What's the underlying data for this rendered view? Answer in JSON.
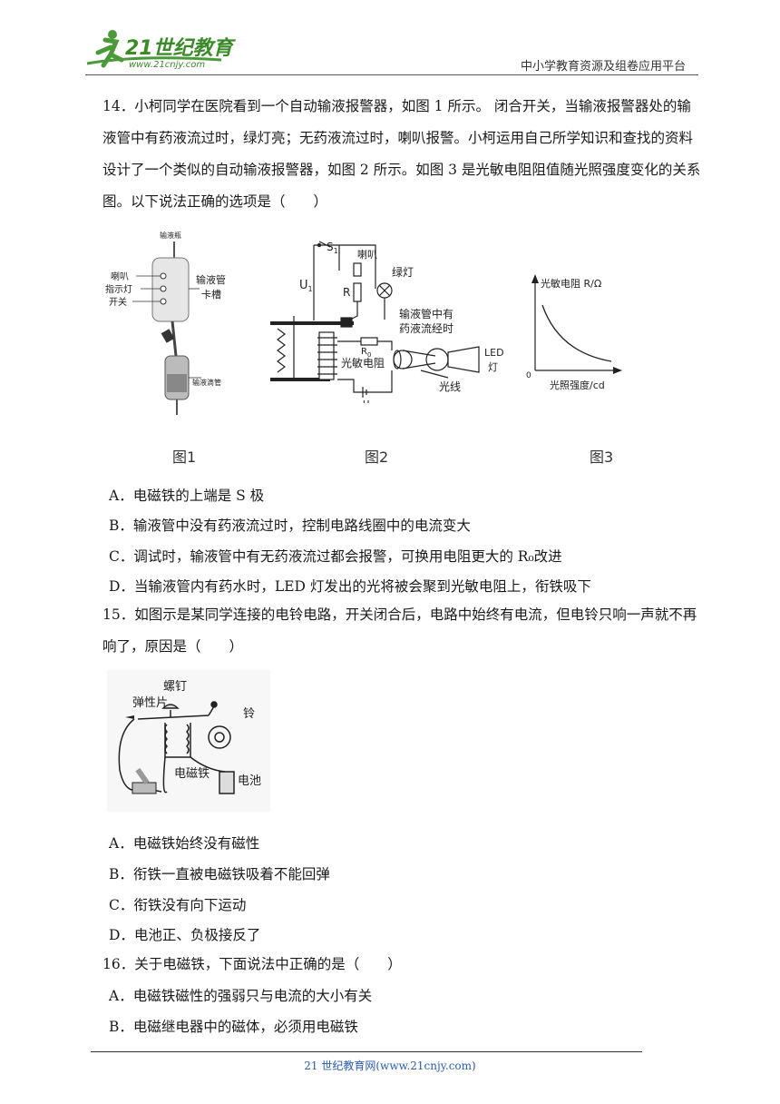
{
  "header": {
    "logo_text": "21世纪教育",
    "logo_url": "www.21cnjy.com",
    "right_text": "中小学教育资源及组卷应用平台"
  },
  "q14": {
    "line1": "14．小柯同学在医院看到一个自动输液报警器，如图 1 所示。 闭合开关，当输液报警器处的输",
    "line2": "液管中有药液流过时，绿灯亮；无药液流过时，喇叭报警。小柯运用自己所学知识和查找的资料",
    "line3": "设计了一个类似的自动输液报警器，如图 2 所示。如图 3 是光敏电阻阻值随光照强度变化的关系",
    "line4": "图。以下说法正确的选项是（　　）",
    "fig1": {
      "top_label": "输液瓶",
      "speaker": "喇叭",
      "indicator": "指示灯",
      "switch": "开关",
      "slot_1": "输液管",
      "slot_2": "卡槽",
      "drip": "输液滴管",
      "caption": "图1"
    },
    "fig2": {
      "s1": "S",
      "s1_sub": "1",
      "speaker": "喇叭",
      "green_light": "绿灯",
      "u1": "U",
      "u1_sub": "1",
      "r": "R",
      "r0": "R",
      "r0_sub": "0",
      "photo_resistor": "光敏电阻",
      "u2": "U",
      "u2_sub": "2",
      "note_1": "输液管中有",
      "note_2": "药液流经时",
      "led_1": "LED",
      "led_2": "灯",
      "light": "光线",
      "caption": "图2"
    },
    "fig3": {
      "ylabel": "光敏电阻 R/Ω",
      "xlabel": "光照强度/cd",
      "origin": "0",
      "caption": "图3"
    },
    "options": [
      "A．电磁铁的上端是  S  极",
      "B．输液管中没有药液流过时，控制电路线圈中的电流变大",
      "C．调试时，输液管中有无药液流过都会报警，可换用电阻更大的  R₀改进",
      "D．当输液管内有药水时，LED  灯发出的光将被会聚到光敏电阻上，衔铁吸下"
    ]
  },
  "q15": {
    "line1": "15．如图示是某同学连接的电铃电路，开关闭合后，电路中始终有电流，但电铃只响一声就不再",
    "line2": "响了，原因是（　　）",
    "fig": {
      "screw": "螺钉",
      "spring": "弹性片",
      "bell": "铃",
      "electromagnet": "电磁铁",
      "battery": "电池"
    },
    "options": [
      "A．电磁铁始终没有磁性",
      "B．衔铁一直被电磁铁吸着不能回弹",
      "C．衔铁没有向下运动",
      "D．电池正、负极接反了"
    ]
  },
  "q16": {
    "line1": "16．关于电磁铁，下面说法中正确的是（　　）",
    "options": [
      "A．电磁铁磁性的强弱只与电流的大小有关",
      "B．电磁继电器中的磁体，必须用电磁铁"
    ]
  },
  "footer": {
    "text": "21 世纪教育网(www.21cnjy.com)"
  }
}
